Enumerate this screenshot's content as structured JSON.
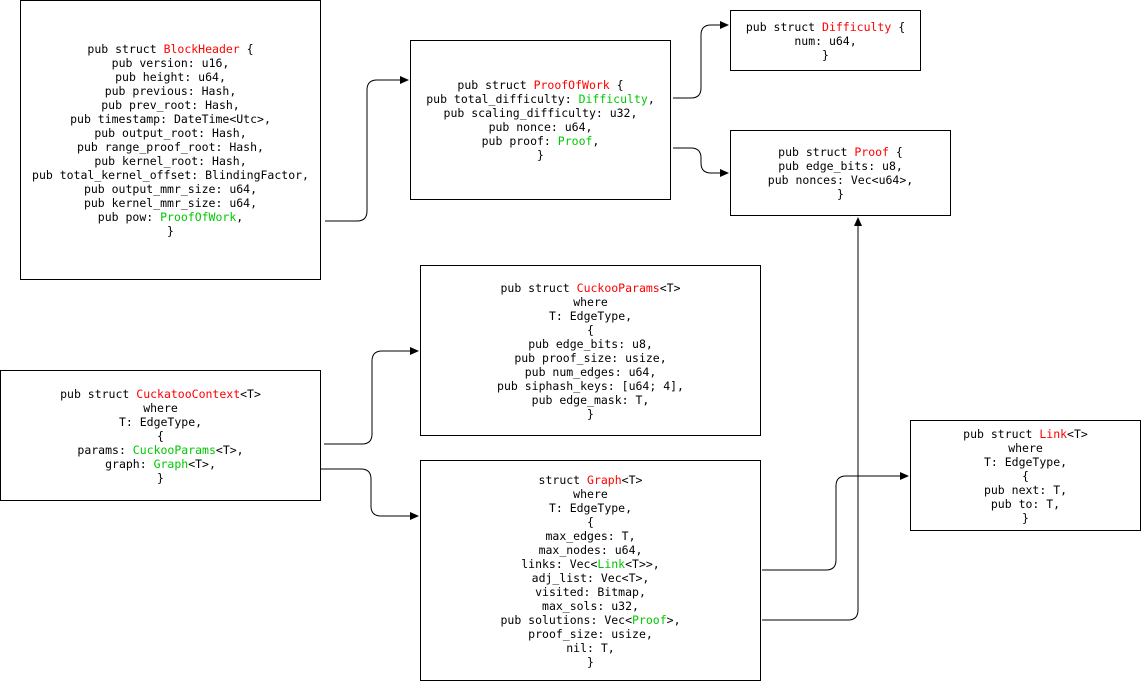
{
  "colors": {
    "struct_name": "#ff0000",
    "type_reference": "#00c800",
    "text": "#000000",
    "border": "#000000",
    "background": "#ffffff"
  },
  "nodes": [
    {
      "id": "block-header",
      "lines": [
        [
          {
            "t": "pub struct "
          },
          {
            "t": "BlockHeader",
            "c": "name"
          },
          {
            "t": " {"
          }
        ],
        [
          {
            "t": "pub version: u16,"
          }
        ],
        [
          {
            "t": "pub height: u64,"
          }
        ],
        [
          {
            "t": "pub previous: Hash,"
          }
        ],
        [
          {
            "t": "pub prev_root: Hash,"
          }
        ],
        [
          {
            "t": "pub timestamp: DateTime<Utc>,"
          }
        ],
        [
          {
            "t": "pub output_root: Hash,"
          }
        ],
        [
          {
            "t": "pub range_proof_root: Hash,"
          }
        ],
        [
          {
            "t": "pub kernel_root: Hash,"
          }
        ],
        [
          {
            "t": "pub total_kernel_offset: BlindingFactor,"
          }
        ],
        [
          {
            "t": "pub output_mmr_size: u64,"
          }
        ],
        [
          {
            "t": "pub kernel_mmr_size: u64,"
          }
        ],
        [
          {
            "t": "pub pow: "
          },
          {
            "t": "ProofOfWork",
            "c": "ref"
          },
          {
            "t": ","
          }
        ],
        [
          {
            "t": "}"
          }
        ]
      ]
    },
    {
      "id": "proof-of-work",
      "lines": [
        [
          {
            "t": "pub struct "
          },
          {
            "t": "ProofOfWork",
            "c": "name"
          },
          {
            "t": " {"
          }
        ],
        [
          {
            "t": "pub total_difficulty: "
          },
          {
            "t": "Difficulty",
            "c": "ref"
          },
          {
            "t": ","
          }
        ],
        [
          {
            "t": "pub scaling_difficulty: u32,"
          }
        ],
        [
          {
            "t": "pub nonce: u64,"
          }
        ],
        [
          {
            "t": "pub proof: "
          },
          {
            "t": "Proof",
            "c": "ref"
          },
          {
            "t": ","
          }
        ],
        [
          {
            "t": "}"
          }
        ]
      ]
    },
    {
      "id": "difficulty",
      "lines": [
        [
          {
            "t": "pub struct "
          },
          {
            "t": "Difficulty",
            "c": "name"
          },
          {
            "t": " {"
          }
        ],
        [
          {
            "t": "num: u64,"
          }
        ],
        [
          {
            "t": "}"
          }
        ]
      ]
    },
    {
      "id": "proof",
      "lines": [
        [
          {
            "t": "pub struct "
          },
          {
            "t": "Proof",
            "c": "name"
          },
          {
            "t": " {"
          }
        ],
        [
          {
            "t": "pub edge_bits: u8,"
          }
        ],
        [
          {
            "t": "pub nonces: Vec<u64>,"
          }
        ],
        [
          {
            "t": "}"
          }
        ]
      ]
    },
    {
      "id": "cuckoo-params",
      "lines": [
        [
          {
            "t": "pub struct "
          },
          {
            "t": "CuckooParams",
            "c": "name"
          },
          {
            "t": "<T>"
          }
        ],
        [
          {
            "t": "where"
          }
        ],
        [
          {
            "t": "T: EdgeType,"
          }
        ],
        [
          {
            "t": "{"
          }
        ],
        [
          {
            "t": "pub edge_bits: u8,"
          }
        ],
        [
          {
            "t": "pub proof_size: usize,"
          }
        ],
        [
          {
            "t": "pub num_edges: u64,"
          }
        ],
        [
          {
            "t": "pub siphash_keys: [u64; 4],"
          }
        ],
        [
          {
            "t": "pub edge_mask: T,"
          }
        ],
        [
          {
            "t": "}"
          }
        ]
      ]
    },
    {
      "id": "cuckatoo-context",
      "lines": [
        [
          {
            "t": "pub struct "
          },
          {
            "t": "CuckatooContext",
            "c": "name"
          },
          {
            "t": "<T>"
          }
        ],
        [
          {
            "t": "where"
          }
        ],
        [
          {
            "t": "T: EdgeType,"
          }
        ],
        [
          {
            "t": "{"
          }
        ],
        [
          {
            "t": "params: "
          },
          {
            "t": "CuckooParams",
            "c": "ref"
          },
          {
            "t": "<T>,"
          }
        ],
        [
          {
            "t": "graph: "
          },
          {
            "t": "Graph",
            "c": "ref"
          },
          {
            "t": "<T>,"
          }
        ],
        [
          {
            "t": "}"
          }
        ]
      ]
    },
    {
      "id": "graph",
      "lines": [
        [
          {
            "t": "struct "
          },
          {
            "t": "Graph",
            "c": "name"
          },
          {
            "t": "<T>"
          }
        ],
        [
          {
            "t": "where"
          }
        ],
        [
          {
            "t": "T: EdgeType,"
          }
        ],
        [
          {
            "t": "{"
          }
        ],
        [
          {
            "t": "max_edges: T,"
          }
        ],
        [
          {
            "t": "max_nodes: u64,"
          }
        ],
        [
          {
            "t": "links: Vec<"
          },
          {
            "t": "Link",
            "c": "ref"
          },
          {
            "t": "<T>>,"
          }
        ],
        [
          {
            "t": "adj_list: Vec<T>,"
          }
        ],
        [
          {
            "t": "visited: Bitmap,"
          }
        ],
        [
          {
            "t": "max_sols: u32,"
          }
        ],
        [
          {
            "t": "pub solutions: Vec<"
          },
          {
            "t": "Proof",
            "c": "ref"
          },
          {
            "t": ">,"
          }
        ],
        [
          {
            "t": "proof_size: usize,"
          }
        ],
        [
          {
            "t": "nil: T,"
          }
        ],
        [
          {
            "t": "}"
          }
        ]
      ]
    },
    {
      "id": "link",
      "lines": [
        [
          {
            "t": "pub struct "
          },
          {
            "t": "Link",
            "c": "name"
          },
          {
            "t": "<T>"
          }
        ],
        [
          {
            "t": "where"
          }
        ],
        [
          {
            "t": "T: EdgeType,"
          }
        ],
        [
          {
            "t": "{"
          }
        ],
        [
          {
            "t": "pub next: T,"
          }
        ],
        [
          {
            "t": "pub to: T,"
          }
        ],
        [
          {
            "t": "}"
          }
        ]
      ]
    }
  ],
  "edges": [
    {
      "from": "block-header",
      "to": "proof-of-work"
    },
    {
      "from": "proof-of-work",
      "to": "difficulty"
    },
    {
      "from": "proof-of-work",
      "to": "proof"
    },
    {
      "from": "cuckatoo-context",
      "to": "cuckoo-params"
    },
    {
      "from": "cuckatoo-context",
      "to": "graph"
    },
    {
      "from": "graph",
      "to": "link"
    },
    {
      "from": "graph",
      "to": "proof"
    }
  ]
}
